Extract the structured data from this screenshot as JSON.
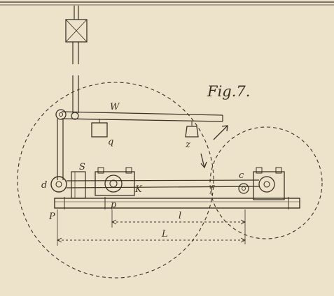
{
  "figure": {
    "title": "Fig.7.",
    "labels": {
      "W": "W",
      "q": "q",
      "z": "z",
      "S": "S",
      "d": "d",
      "K": "K",
      "P": "P",
      "p": "p",
      "c": "c",
      "f": "f",
      "l": "l",
      "L": "L"
    }
  },
  "colors": {
    "paper": "#ede3cb",
    "ink": "#3a3226"
  }
}
